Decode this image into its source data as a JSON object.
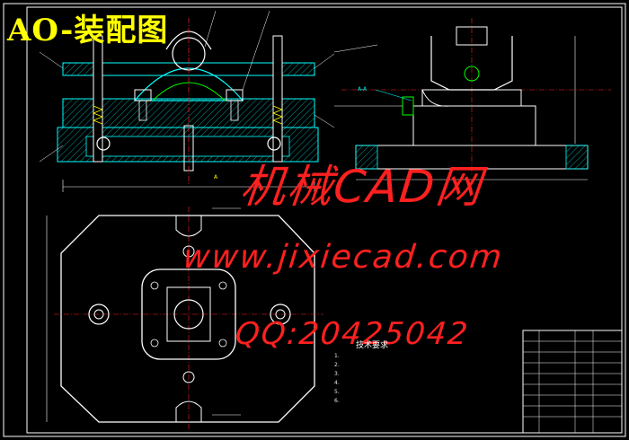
{
  "title": "AO-装配图",
  "watermark": {
    "line1": "机械CAD网",
    "line2": "www.jixiecad.com",
    "line3": "QQ:20425042"
  },
  "notes": {
    "title": "技术要求",
    "items": [
      "1.",
      "2.",
      "3.",
      "4.",
      "5.",
      "6."
    ]
  },
  "callouts": {
    "top_section_a": "A",
    "side_label": "A-A"
  },
  "colors": {
    "background": "#000000",
    "outline": "#ffffff",
    "centerline": "#ff2020",
    "hatch": "#00ffff",
    "part": "#00ffff",
    "detail": "#00ff00",
    "yellow": "#ffff00",
    "dim": "#ff00ff"
  }
}
